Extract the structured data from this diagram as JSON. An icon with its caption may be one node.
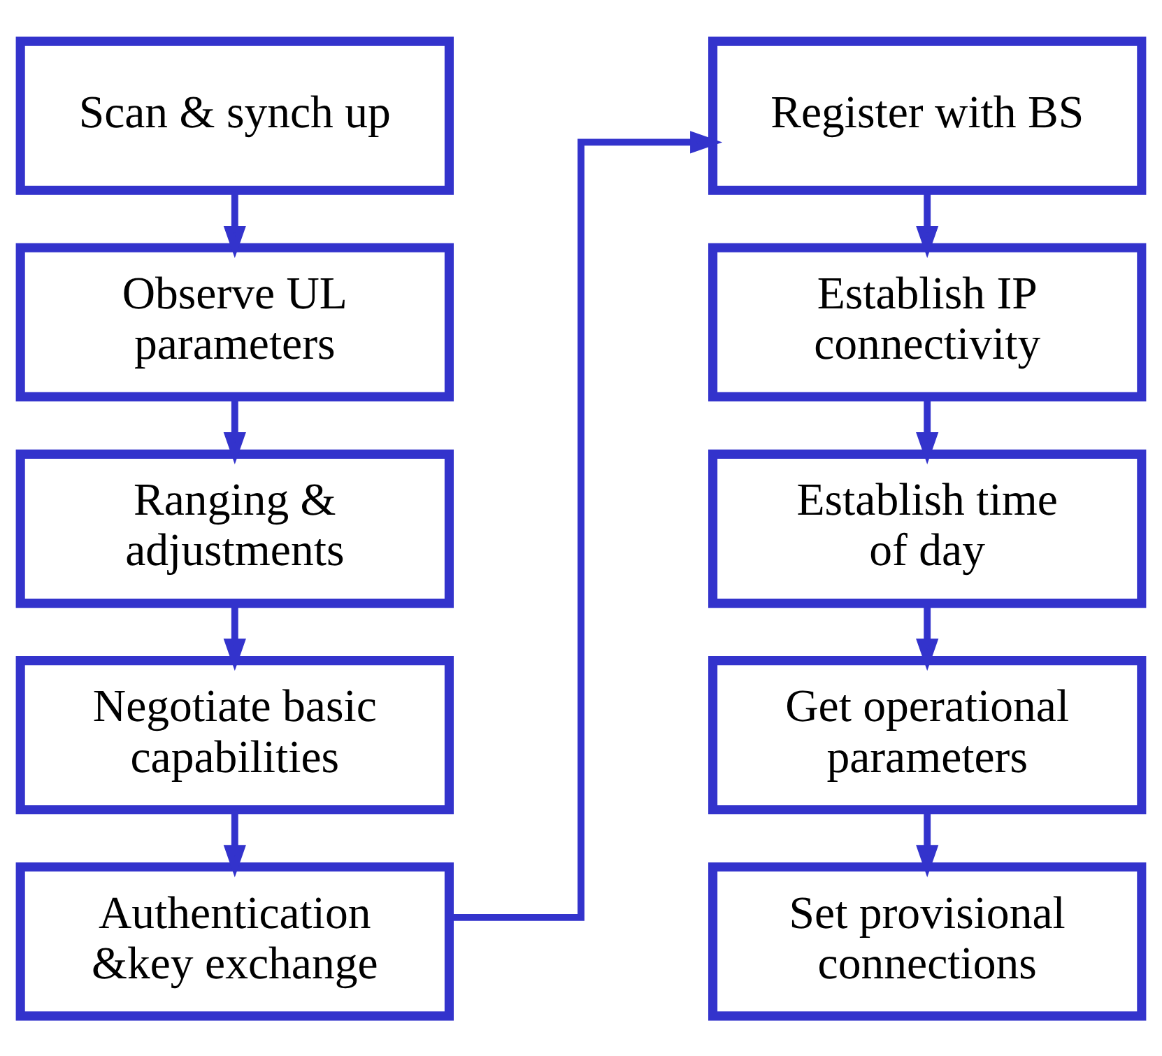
{
  "diagram": {
    "nodes": [
      {
        "text": [
          "Scan & synch up"
        ]
      },
      {
        "text": [
          "Observe UL parameters"
        ]
      },
      {
        "text": [
          "Ranging & adjustments"
        ]
      },
      {
        "text": [
          "Negotiate basic capabilities"
        ]
      },
      {
        "text": [
          "Authentication &key exchange"
        ]
      },
      {
        "text": [
          "Register with BS"
        ]
      },
      {
        "text": [
          "Establish IP connectivity"
        ]
      },
      {
        "text": [
          "Establish time of day"
        ]
      },
      {
        "text": [
          "Get operational parameters"
        ]
      },
      {
        "text": [
          "Set provisional connections"
        ]
      }
    ],
    "edges": [
      {
        "from": 0,
        "to": 1,
        "arrow": "to"
      },
      {
        "from": 1,
        "to": 2,
        "arrow": "to"
      },
      {
        "from": 2,
        "to": 3,
        "arrow": "to"
      },
      {
        "from": 3,
        "to": 4,
        "arrow": "to"
      },
      {
        "from": 4,
        "to": 5,
        "arrow": "to"
      },
      {
        "from": 5,
        "to": 6,
        "arrow": "to"
      },
      {
        "from": 6,
        "to": 7,
        "arrow": "to"
      },
      {
        "from": 7,
        "to": 8,
        "arrow": "to"
      },
      {
        "from": 8,
        "to": 9,
        "arrow": "to"
      }
    ]
  }
}
